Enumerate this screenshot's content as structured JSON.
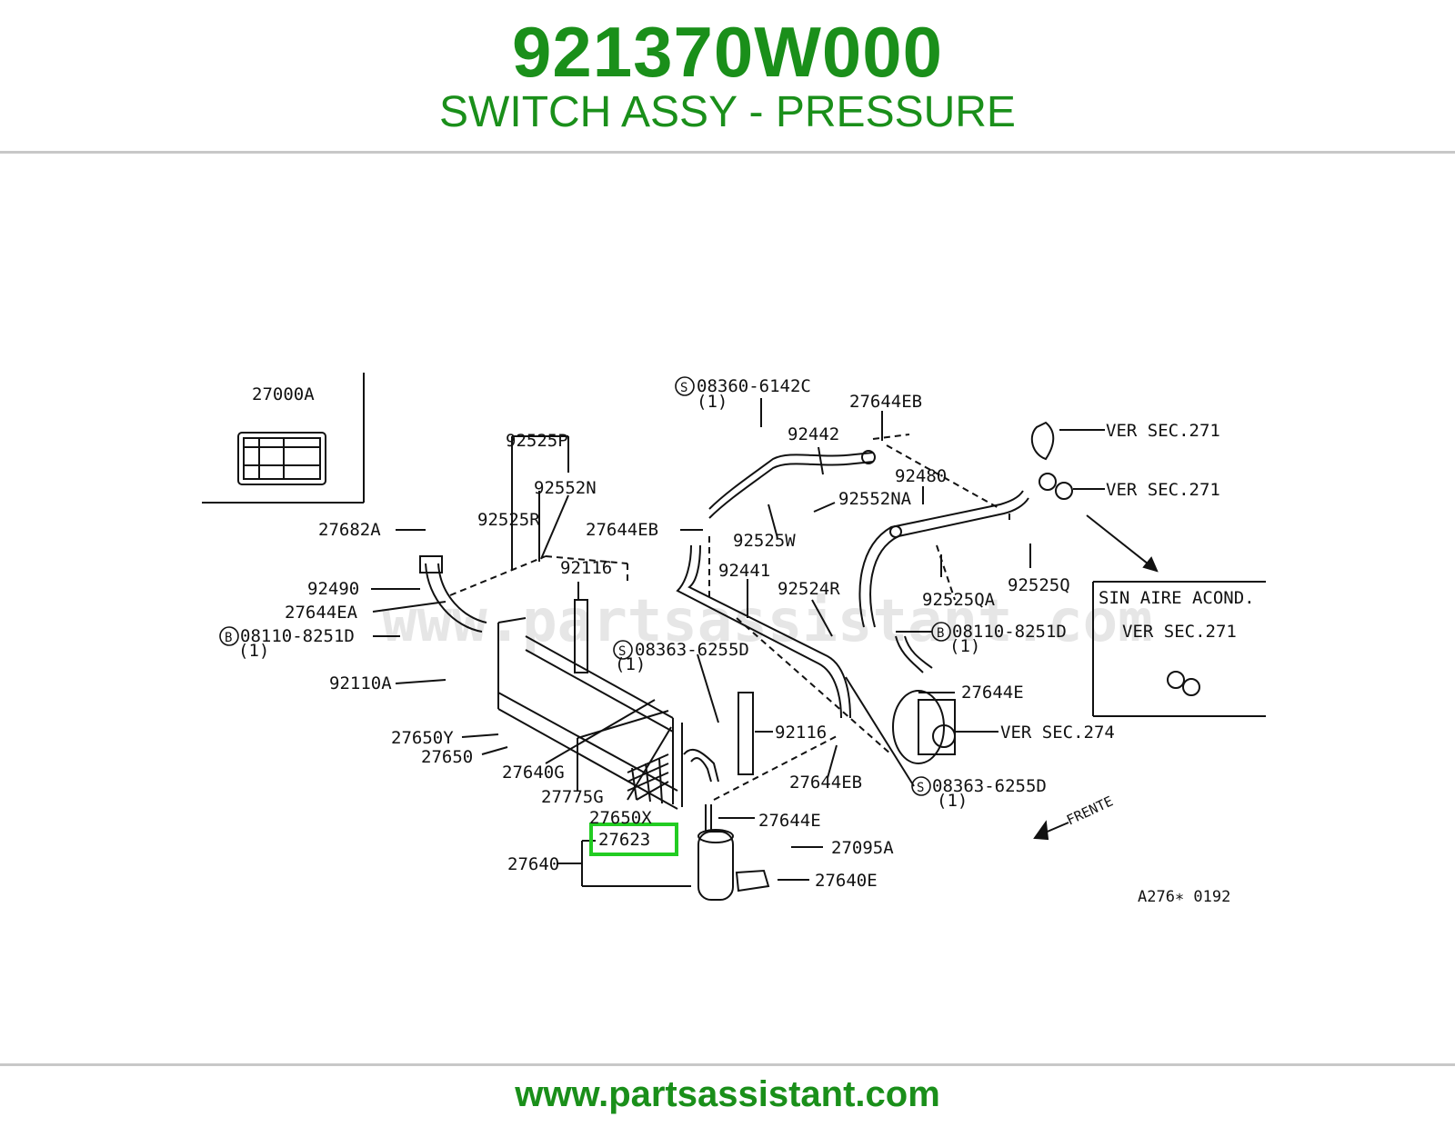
{
  "header": {
    "part_number": "921370W000",
    "part_name": "SWITCH ASSY - PRESSURE"
  },
  "diagram": {
    "watermark": "www.partsassistant.com",
    "highlighted_label": "27623",
    "code": "A276∗ 0192",
    "direction_label": "FRENTE",
    "inset_box": {
      "line1": "SIN AIRE ACOND.",
      "line2": "VER SEC.271"
    },
    "labels": {
      "l27000A": "27000A",
      "l92525P": "92525P",
      "l92552N": "92552N",
      "l92525R": "92525R",
      "l27682A": "27682A",
      "l92490": "92490",
      "l27644EA": "27644EA",
      "l08110a": "08110-8251D",
      "l08110a_qty": "(1)",
      "l92110A": "92110A",
      "l27650Y": "27650Y",
      "l27650": "27650",
      "l27640G": "27640G",
      "l27775G": "27775G",
      "l27650X": "27650X",
      "l27640": "27640",
      "l08360": "08360-6142C",
      "l08360_qty": "(1)",
      "l27644EB_top": "27644EB",
      "l92442": "92442",
      "l92480": "92480",
      "l92552NA": "92552NA",
      "l27644EB_mid": "27644EB",
      "l92525W": "92525W",
      "l92116_top": "92116",
      "l92441": "92441",
      "l92524R": "92524R",
      "l08363a": "08363-6255D",
      "l08363a_qty": "(1)",
      "l92116_mid": "92116",
      "l27644EB_low": "27644EB",
      "l27644E_low": "27644E",
      "l27095A": "27095A",
      "l27640E": "27640E",
      "l92525QA": "92525QA",
      "l92525Q": "92525Q",
      "l08110b": "08110-8251D",
      "l08110b_qty": "(1)",
      "l27644E_right": "27644E",
      "l08363b": "08363-6255D",
      "l08363b_qty": "(1)",
      "ver271a": "VER SEC.271",
      "ver271b": "VER SEC.271",
      "ver274": "VER SEC.274",
      "circleS": "S",
      "circleB": "B"
    }
  },
  "footer": {
    "url": "www.partsassistant.com"
  },
  "colors": {
    "brand_green": "#1a8f1a",
    "highlight_green": "#22cc22",
    "rule_gray": "#c8c8c8"
  }
}
